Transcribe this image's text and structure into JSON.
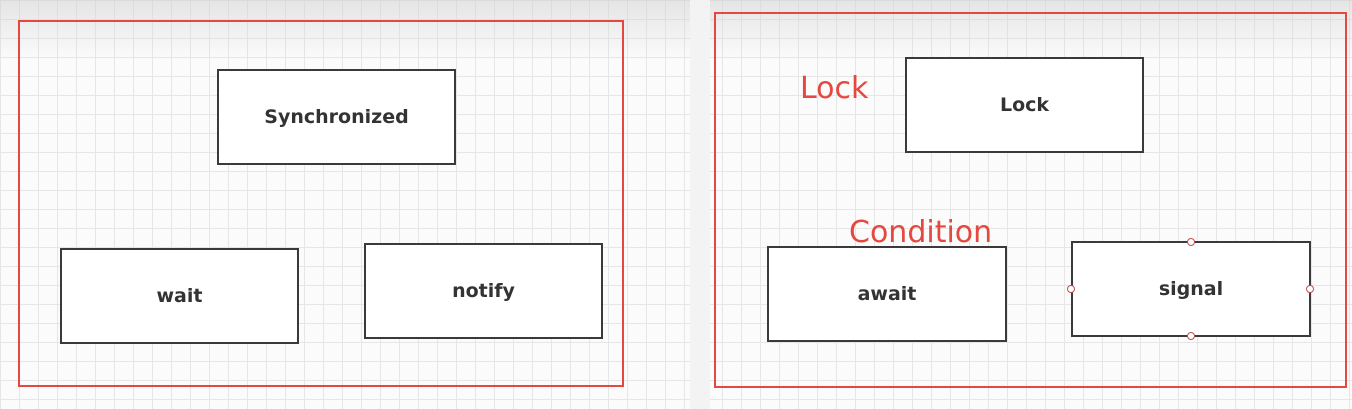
{
  "left_panel": {
    "boxes": {
      "synchronized": "Synchronized",
      "wait": "wait",
      "notify": "notify"
    }
  },
  "right_panel": {
    "labels": {
      "lock": "Lock",
      "condition": "Condition"
    },
    "boxes": {
      "lock": "Lock",
      "await": "await",
      "signal": "signal"
    }
  },
  "colors": {
    "frame_border": "#e5483f",
    "label_text": "#e5483f",
    "box_border": "#3a3a3a",
    "grid_line": "#e6e6e6"
  }
}
